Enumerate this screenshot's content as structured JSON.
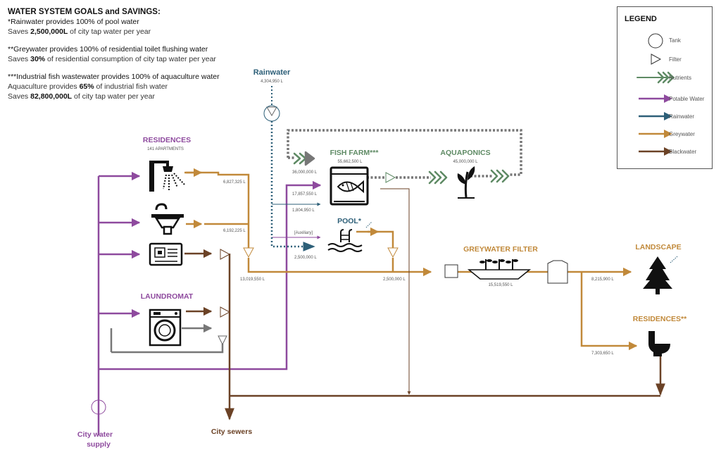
{
  "goals": {
    "title": "WATER SYSTEM GOALS and SAVINGS:",
    "g1_head": "*Rainwater provides 100% of pool water",
    "g1_pre": "Saves ",
    "g1_bold": "2,500,000L",
    "g1_post": " of city tap water per year",
    "g2_head": "**Greywater provides 100% of residential toilet flushing water",
    "g2_pre": "Saves ",
    "g2_bold": "30%",
    "g2_post": " of residential consumption of city tap water per year",
    "g3_head": "***Industrial fish wastewater provides 100% of aquaculture water",
    "g3a_pre": "Aquaculture provides ",
    "g3a_bold": "65%",
    "g3a_post": " of industrial fish water",
    "g3b_pre": "Saves ",
    "g3b_bold": "82,800,000L",
    "g3b_post": " of city tap water per year"
  },
  "legend": {
    "title": "LEGEND",
    "items": [
      "Tank",
      "Filter",
      "Nutrients",
      "Potable Water",
      "Rainwater",
      "Greywater",
      "Blackwater"
    ]
  },
  "nodes": {
    "rainwater": "Rainwater",
    "rainwater_vol": "4,304,950 L",
    "residences": "RESIDENCES",
    "residences_sub": "141 APARTMENTS",
    "fish_farm": "FISH FARM***",
    "fish_farm_vol": "55,662,500 L",
    "aquaponics": "AQUAPONICS",
    "aquaponics_vol": "45,000,000 L",
    "pool": "POOL*",
    "greywater_filter": "GREYWATER FILTER",
    "greywater_filter_vol": "15,519,550 L",
    "landscape": "LANDSCAPE",
    "residences2": "RESIDENCES**",
    "laundromat": "LAUNDROMAT",
    "city_water_1": "City water",
    "city_water_2": "supply",
    "city_sewers": "City sewers"
  },
  "flows": {
    "shower": "6,827,325 L",
    "sink": "6,192,225 L",
    "to_fish": "36,000,000 L",
    "fish_city": "17,857,550 L",
    "rain_aux": "1,804,950 L",
    "auxiliary": "[Auxiliary]",
    "rain_pool": "2,500,000 L",
    "res_grey": "13,019,550 L",
    "pool_grey": "2,500,000 L",
    "landscape": "8,215,900 L",
    "toilet": "7,303,650 L"
  },
  "colors": {
    "potable": "#8e4a9e",
    "rainwater": "#2d5f78",
    "greywater": "#c1893a",
    "blackwater": "#6b4226",
    "nutrients": "#5e8a64",
    "grey": "#777777"
  }
}
